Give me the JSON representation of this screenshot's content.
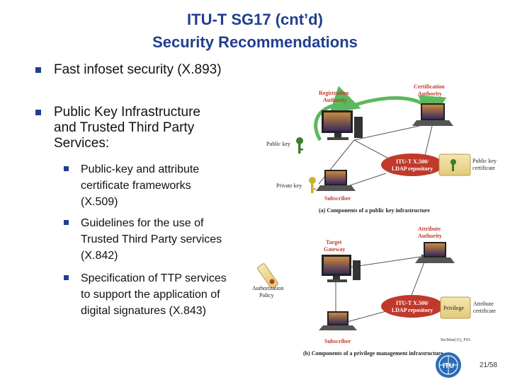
{
  "title": {
    "line1": "ITU-T SG17 (cnt’d)",
    "line2": "Security Recommendations"
  },
  "bullets": [
    {
      "text": "Fast infoset security (X.893)"
    },
    {
      "text": "Public Key Infrastructure and Trusted Third Party Services:",
      "lines": [
        "Public Key Infrastructure",
        "and Trusted Third Party",
        "Services:"
      ]
    }
  ],
  "sub_bullets": [
    {
      "lines": [
        "Public-key and attribute",
        "certificate frameworks",
        "(X.509)"
      ]
    },
    {
      "lines": [
        "Guidelines for the use of",
        "Trusted Third Party services",
        "(X.842)"
      ]
    },
    {
      "lines": [
        "Specification of TTP services",
        "to support the application of",
        "digital signatures (X.843)"
      ]
    }
  ],
  "diagram": {
    "pki": {
      "registration_authority": [
        "Registration",
        "Authority"
      ],
      "certification_authority": [
        "Certification",
        "Authority"
      ],
      "public_key": "Public key",
      "private_key": "Private key",
      "repository": [
        "ITU-T X.500/",
        "LDAP repository"
      ],
      "public_key_certificate": [
        "Public key",
        "certificate"
      ],
      "subscriber": "Subscriber",
      "caption": "(a) Components of a public key infrastructure"
    },
    "pmi": {
      "attribute_authority": [
        "Attribute",
        "Authority"
      ],
      "target_gateway": [
        "Target",
        "Gateway"
      ],
      "authorization_policy": [
        "Authorization",
        "Policy"
      ],
      "repository": [
        "ITU-T X.500/",
        "LDAP repository"
      ],
      "privilege": "Privilege",
      "attribute_certificate": [
        "Attribute",
        "certificate"
      ],
      "subscriber": "Subscriber",
      "figure_id": "SecMan(11)_F03",
      "caption": "(b) Components of a privilege management infrastructure"
    }
  },
  "logo_text": "ITU",
  "page": "21/58",
  "colors": {
    "title": "#1f3f8f",
    "bullet": "#1f3f8f",
    "repository": "#c0392b",
    "arrow": "#5cb85c",
    "label_red": "#c0392b"
  }
}
